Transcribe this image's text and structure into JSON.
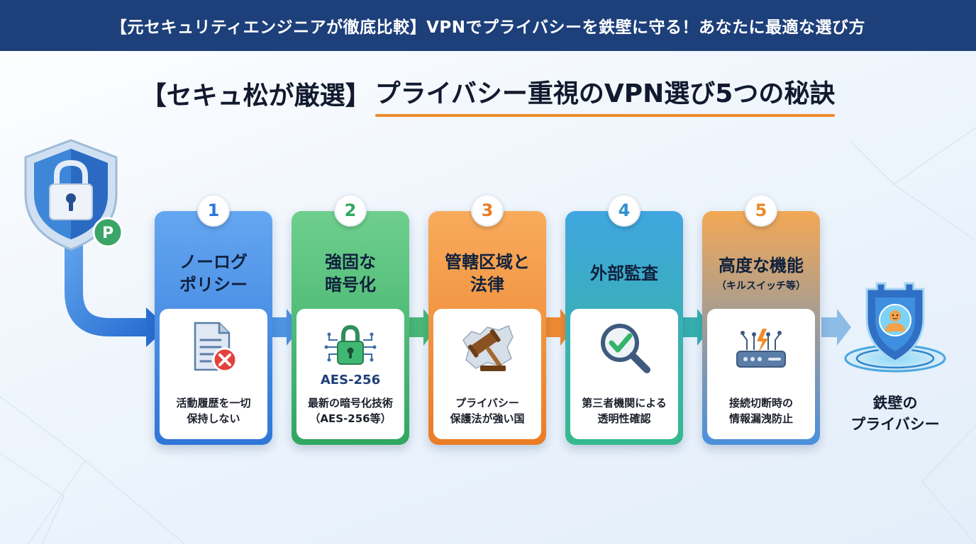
{
  "banner": "【元セキュリティエンジニアが徹底比較】VPNでプライバシーを鉄壁に守る！あなたに最適な選び方",
  "title": {
    "prefix": "【セキュ松が厳選】",
    "main": "プライバシー重視のVPN選び5つの秘訣"
  },
  "hero": {
    "badge": "P"
  },
  "steps": [
    {
      "number": "1",
      "title": [
        "ノーログ",
        "ポリシー"
      ],
      "desc": [
        "活動履歴を一切",
        "保持しない"
      ],
      "icon": "document-x-icon"
    },
    {
      "number": "2",
      "title": [
        "強固な",
        "暗号化"
      ],
      "icon_text": "AES-256",
      "desc": [
        "最新の暗号化技術",
        "（AES-256等）"
      ],
      "icon": "circuit-lock-icon"
    },
    {
      "number": "3",
      "title": [
        "管轄区域と",
        "法律"
      ],
      "desc": [
        "プライバシー",
        "保護法が強い国"
      ],
      "icon": "gavel-map-icon"
    },
    {
      "number": "4",
      "title": [
        "外部監査"
      ],
      "desc": [
        "第三者機関による",
        "透明性確認"
      ],
      "icon": "magnifier-check-icon"
    },
    {
      "number": "5",
      "title": [
        "高度な機能"
      ],
      "subtitle": "（キルスイッチ等）",
      "desc": [
        "接続切断時の",
        "情報漏洩防止"
      ],
      "icon": "router-spark-icon"
    }
  ],
  "result": {
    "label": [
      "鉄壁の",
      "プライバシー"
    ]
  },
  "colors": {
    "banner": "#1d3f7a",
    "accent_underline": "#ee8a2c",
    "step1": "#2f76d8",
    "step2": "#2fa760",
    "step3": "#ea7c25",
    "step4": "#36b98e",
    "step5": "#4a90dc"
  }
}
